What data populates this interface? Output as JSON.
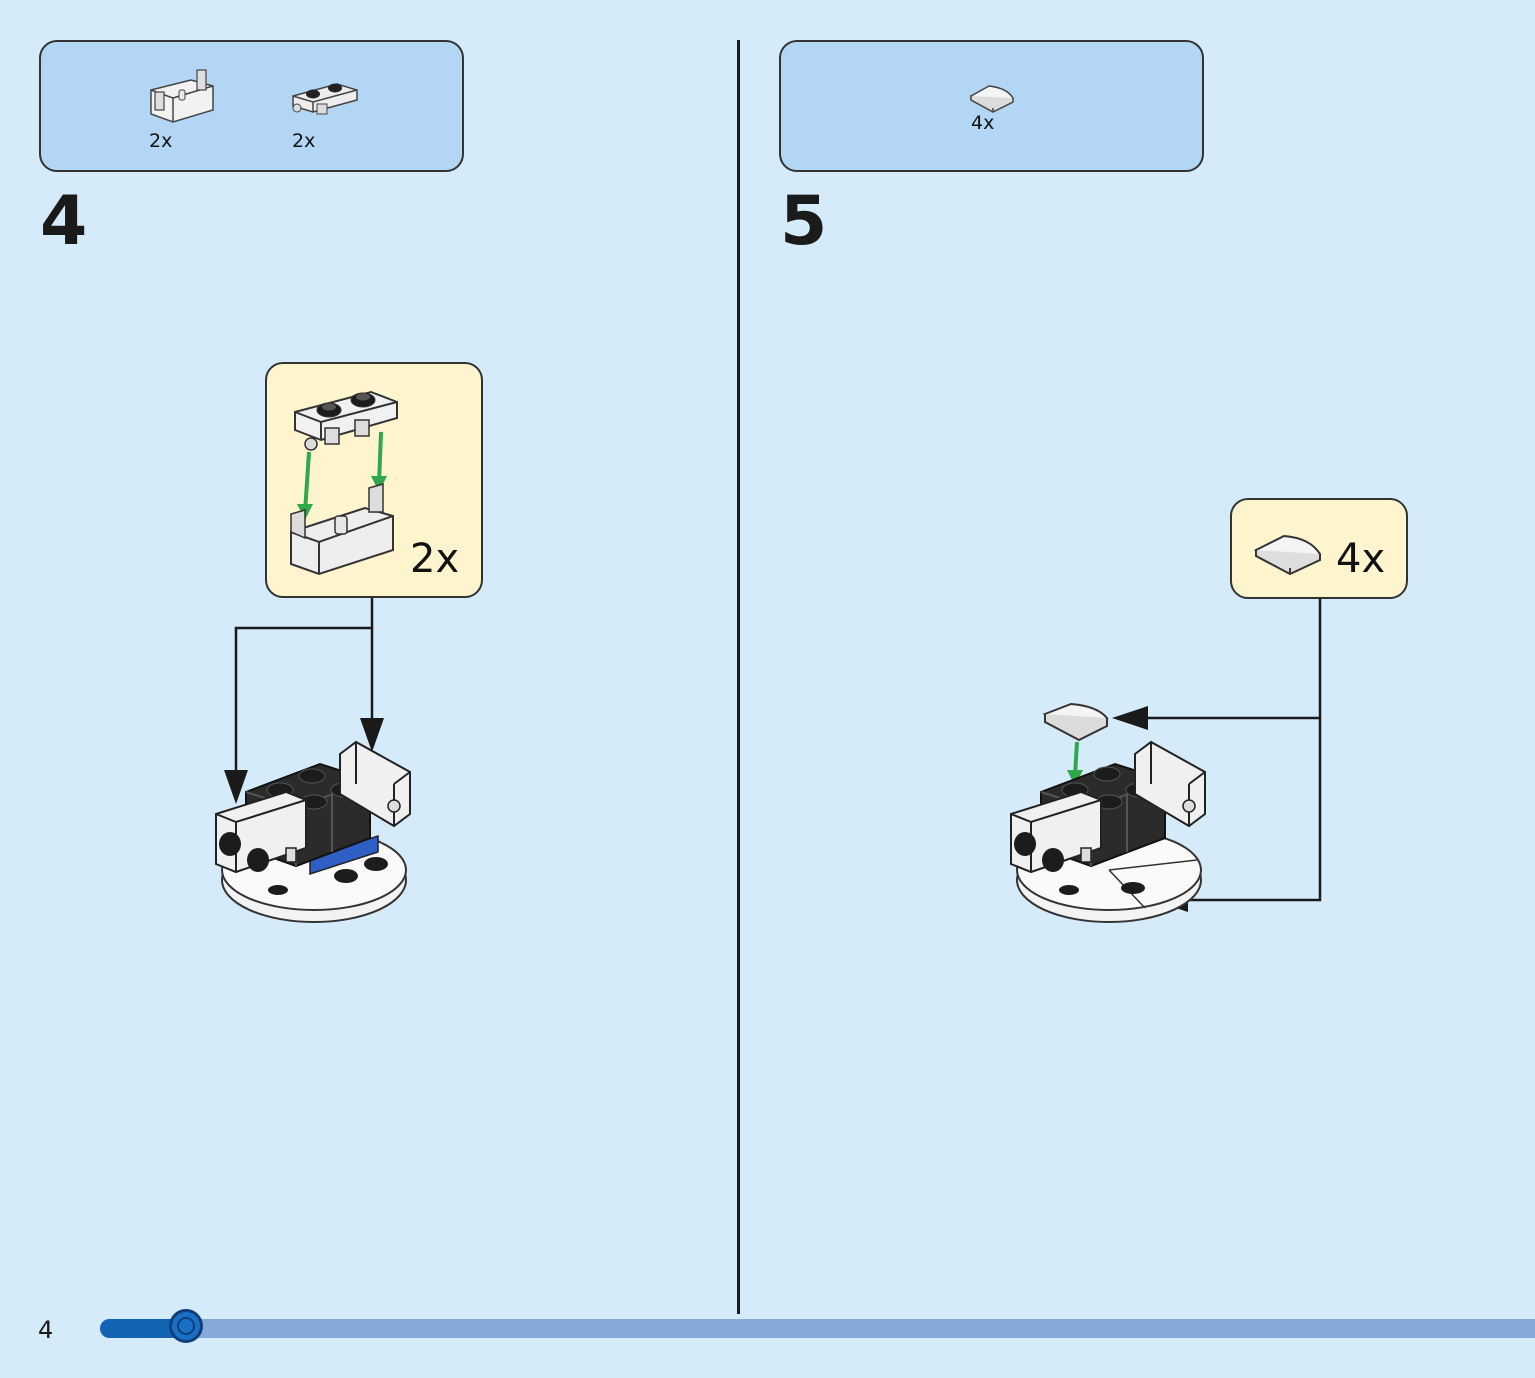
{
  "page": {
    "number": "4",
    "progress_fraction": 0.06,
    "colors": {
      "background": "#d5ebfa",
      "parts_box": "#b3d6f4",
      "callout": "#fef5cf",
      "arrow_green": "#2ea84a",
      "progress_track": "#86a9da",
      "progress_fill": "#1464b4"
    }
  },
  "step4": {
    "number": "4",
    "parts": [
      {
        "icon": "hinge-brick-icon",
        "qty": "2x"
      },
      {
        "icon": "hinge-plate-icon",
        "qty": "2x"
      }
    ],
    "callout_qty": "2x"
  },
  "step5": {
    "number": "5",
    "parts": [
      {
        "icon": "quarter-round-tile-icon",
        "qty": "4x"
      }
    ],
    "callout_qty": "4x"
  }
}
